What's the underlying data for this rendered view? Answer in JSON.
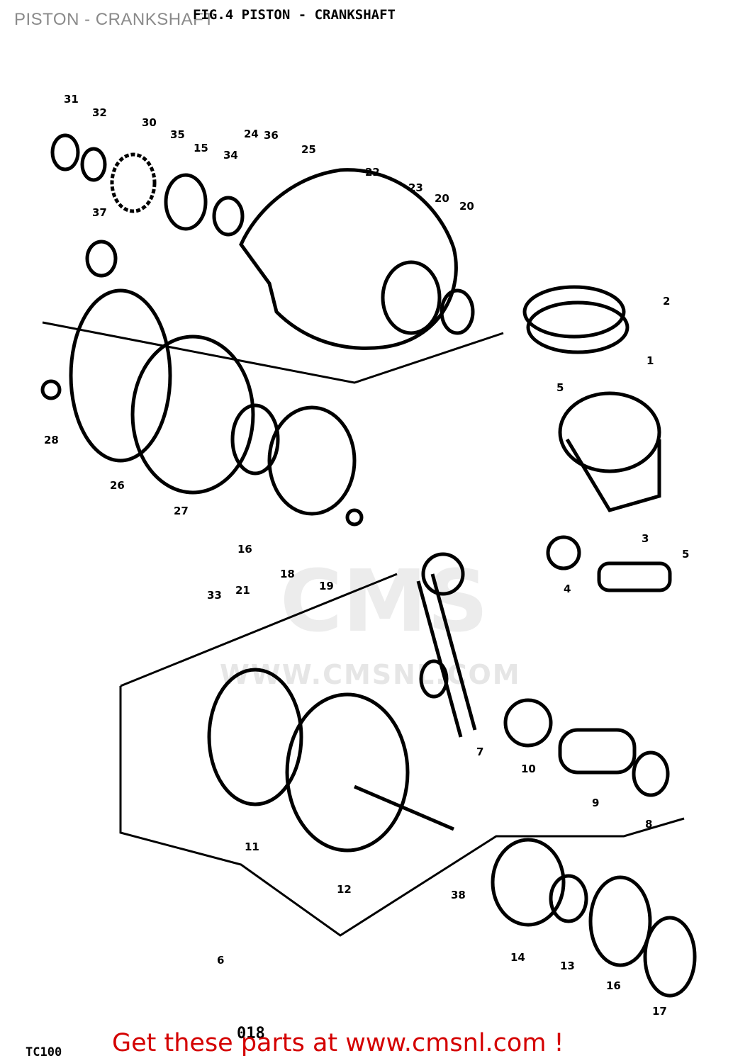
{
  "header": {
    "caption": "PISTON - CRANKSHAFT",
    "figure_title": "FIG.4 PISTON - CRANKSHAFT"
  },
  "footer": {
    "cta": "Get these parts at www.cmsnl.com !",
    "model": "TC100",
    "page_no": "018"
  },
  "watermark": {
    "logo": "CMS",
    "url": "WWW.CMSNL.COM"
  },
  "labels": [
    "31",
    "32",
    "30",
    "35",
    "15",
    "34",
    "24",
    "36",
    "25",
    "22",
    "23",
    "20",
    "20",
    "37",
    "2",
    "1",
    "5",
    "28",
    "26",
    "27",
    "16",
    "18",
    "19",
    "3",
    "5",
    "4",
    "33",
    "21",
    "6",
    "7",
    "10",
    "9",
    "8",
    "11",
    "12",
    "38",
    "14",
    "13",
    "16",
    "17"
  ]
}
